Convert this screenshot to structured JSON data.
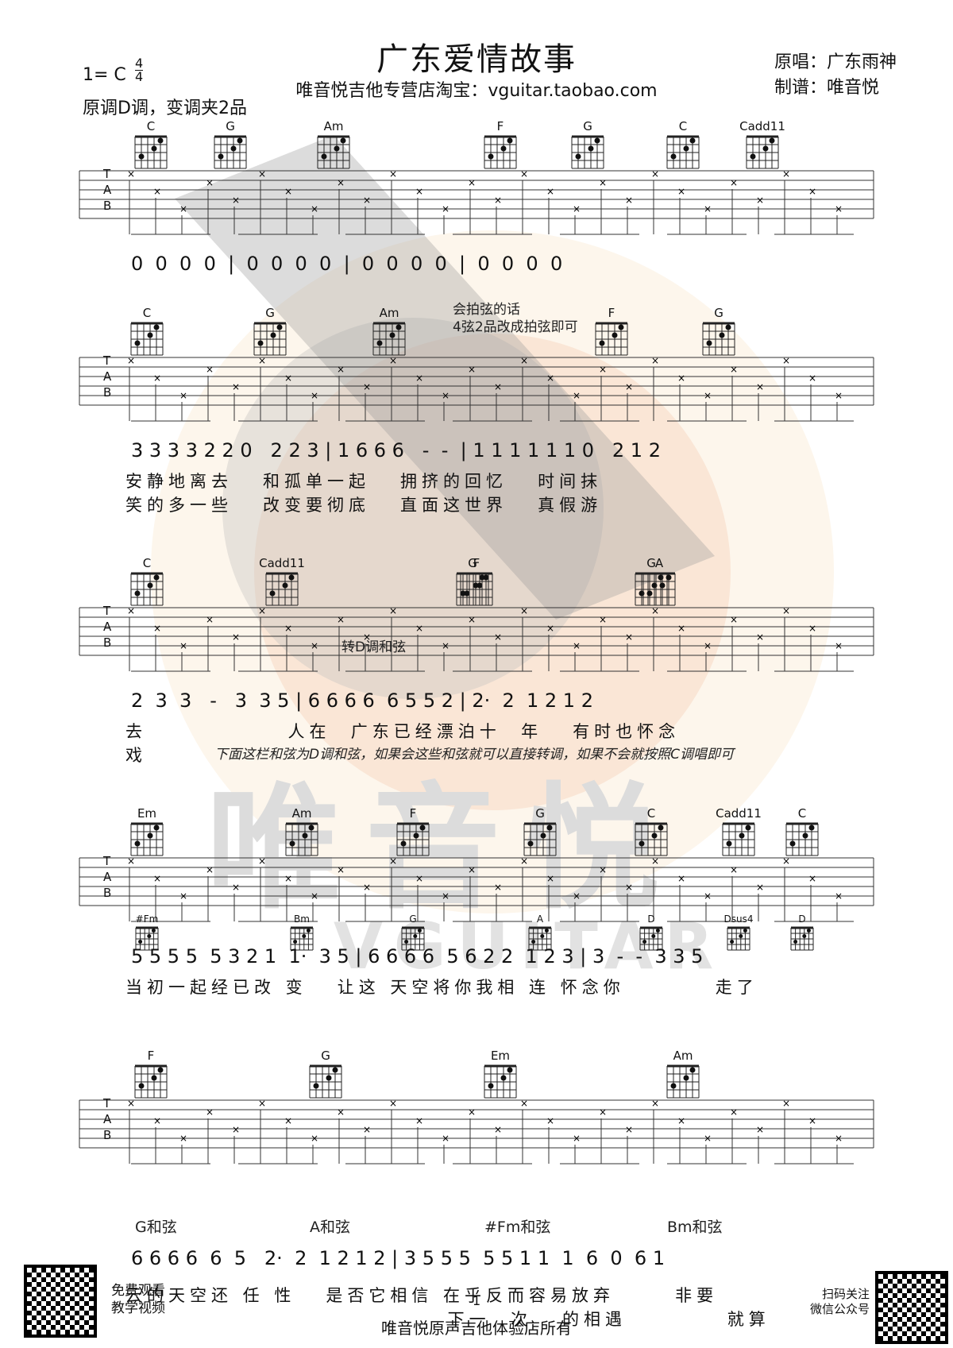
{
  "header": {
    "title": "广东爱情故事",
    "subtitle": "唯音悦吉他专营店淘宝：vguitar.taobao.com",
    "key": "1= C",
    "time_sig_top": "4",
    "time_sig_bottom": "4",
    "capo_note": "原调D调，变调夹2品",
    "original_singer": "原唱：广东雨神",
    "arranger": "制谱：唯音悦"
  },
  "watermark": {
    "main": "唯音悦",
    "sub": "VGUITAR"
  },
  "tab_letters": [
    "T",
    "A",
    "B"
  ],
  "rows": [
    {
      "chords": [
        "C",
        "G",
        "Am",
        "F",
        "G",
        "C",
        "Cadd11"
      ],
      "numbers": "0  0  0  0  |  0  0  0  0  |  0  0  0  0  |  0  0  0  0",
      "lyrics": []
    },
    {
      "chords": [
        "C",
        "G",
        "Am",
        "F",
        "G"
      ],
      "note": [
        "会拍弦的话",
        "4弦2品改成拍弦即可"
      ],
      "numbers": "3 3 3 3 2 2 0   2 2 3 | 1 6 6 6   -  -  | 1 1 1 1 1 1 0   2 1 2",
      "lyrics": [
        "安静地离去   和孤单一起   拥挤的回忆   时间抹",
        "笑的多一些   改变要彻底   直面这世界   真假游"
      ]
    },
    {
      "chords": [
        "C",
        "Cadd11",
        "F",
        "G",
        "G",
        "A"
      ],
      "note": [
        "转D调和弦"
      ],
      "numbers": "2  3  3   -   3  3 5 | 6 6 6 6  6 5 5 2 | 2·  2  1 2 1 2",
      "lyrics": [
        "去              人在  广东已经漂泊十  年   有时也怀念",
        "戏"
      ],
      "note2": "下面这栏和弦为D调和弦，如果会这些和弦就可以直接转调，如果不会就按照C调唱即可"
    },
    {
      "chords": [
        "Em",
        "Am",
        "F",
        "G",
        "C",
        "Cadd11",
        "C"
      ],
      "chords_d": [
        "#Fm",
        "Bm",
        "G",
        "A",
        "D",
        "Dsus4",
        "D"
      ],
      "numbers": "5 5 5 5  5 3 2 1  1·  3 5 | 6 6 6 6  5 6 2 2  1 2 3 | 3  -  -  3 3 5",
      "lyrics": [
        "当初一起经已改 变   让这 天空将你我相 连 怀念你         走了"
      ]
    },
    {
      "chords": [
        "F",
        "G",
        "Em",
        "Am"
      ],
      "chords_d": [
        "G和弦",
        "A和弦",
        "#Fm和弦",
        "Bm和弦"
      ],
      "numbers": "6 6 6 6  6  5   2·  2  1 2 1 2 | 3 5 5 5  5 5 1 1  1  6  0  6 1",
      "lyrics": [
        "云的天空还 任 性   是否它相信 在乎反而容易放弃      非要",
        "                                下一  次   的相遇          就算"
      ]
    }
  ],
  "footer": {
    "page_number": "1",
    "copyright": "唯音悦原声吉他体验店所有",
    "left_qr_text": [
      "免费观看",
      "教学视频"
    ],
    "right_qr_text": [
      "扫码关注",
      "微信公众号"
    ]
  }
}
